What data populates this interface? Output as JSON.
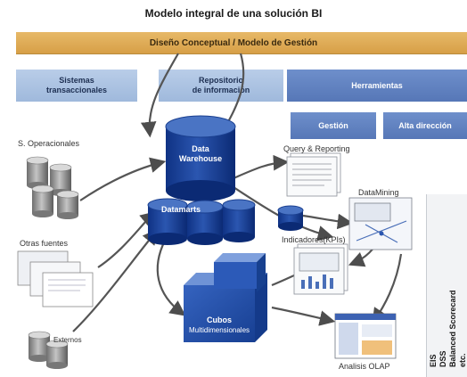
{
  "title": "Modelo integral de una solución BI",
  "band": "Diseño Conceptual / Modelo de Gestión",
  "header_boxes": {
    "sistemas": [
      "Sistemas",
      "transaccionales"
    ],
    "repositorio": [
      "Repositorio",
      "de información"
    ],
    "herramientas": "Herramientas",
    "gestion": "Gestión",
    "alta_direccion": "Alta dirección"
  },
  "sources": {
    "operacionales": "S. Operacionales",
    "otras_fuentes": "Otras fuentes",
    "externos": "Externos"
  },
  "storage": {
    "data_warehouse": [
      "Data",
      "Warehouse"
    ],
    "datamarts": "Datamarts",
    "cubos": [
      "Cubos",
      "Multidimensionales"
    ]
  },
  "tools": {
    "query_reporting": "Query & Reporting",
    "datamining": "DataMining",
    "indicadores": "Indicadores(KPIs)",
    "analisis_olap": "Analisis OLAP"
  },
  "vertical_labels": [
    "EIS",
    "DSS",
    "Balanced Scorecard",
    "etc."
  ],
  "colors": {
    "band": "#d9a24c",
    "light_blue": "#aec4e4",
    "dark_blue": "#5a7bbd",
    "cylinder_top": "#4a74c4",
    "cylinder_body": "#123a8c",
    "gray_db": "#9a9a9a"
  }
}
